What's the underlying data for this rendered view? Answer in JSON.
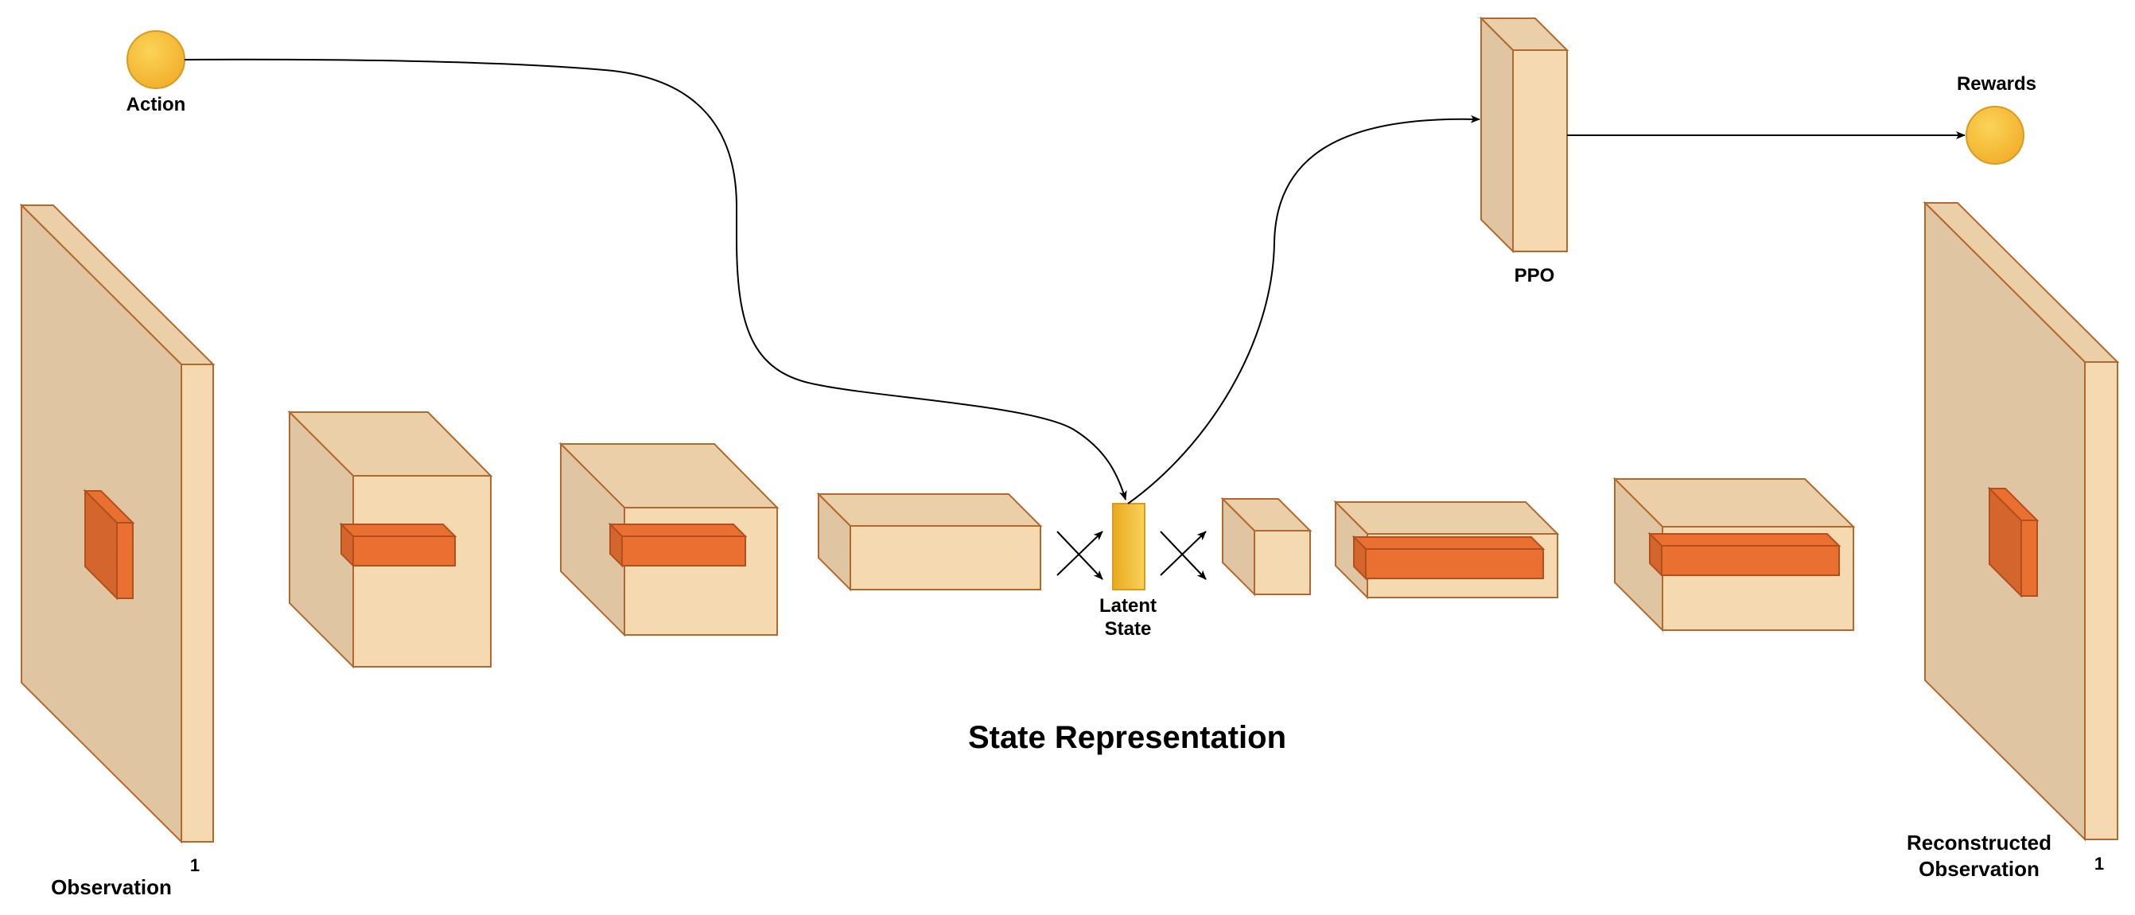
{
  "labels": {
    "action": "Action",
    "rewards": "Rewards",
    "ppo": "PPO",
    "latent_line1": "Latent",
    "latent_line2": "State",
    "observation": "Observation",
    "observation_index": "1",
    "reconstructed_line1": "Reconstructed",
    "reconstructed_line2": "Observation",
    "reconstructed_index": "1",
    "title": "State Representation"
  },
  "colors": {
    "block_front": "#F4D9B1",
    "block_side": "#DFC5A1",
    "block_top": "#EBCFA9",
    "block_stroke": "#B4682B",
    "feature_front": "#E97030",
    "feature_side": "#D4652C",
    "feature_stroke": "#B14F1D",
    "node_fill": "#F7C23C",
    "node_stroke": "#D99A1E",
    "latent_fill": "#F2BC2E",
    "arrow": "#000000"
  }
}
